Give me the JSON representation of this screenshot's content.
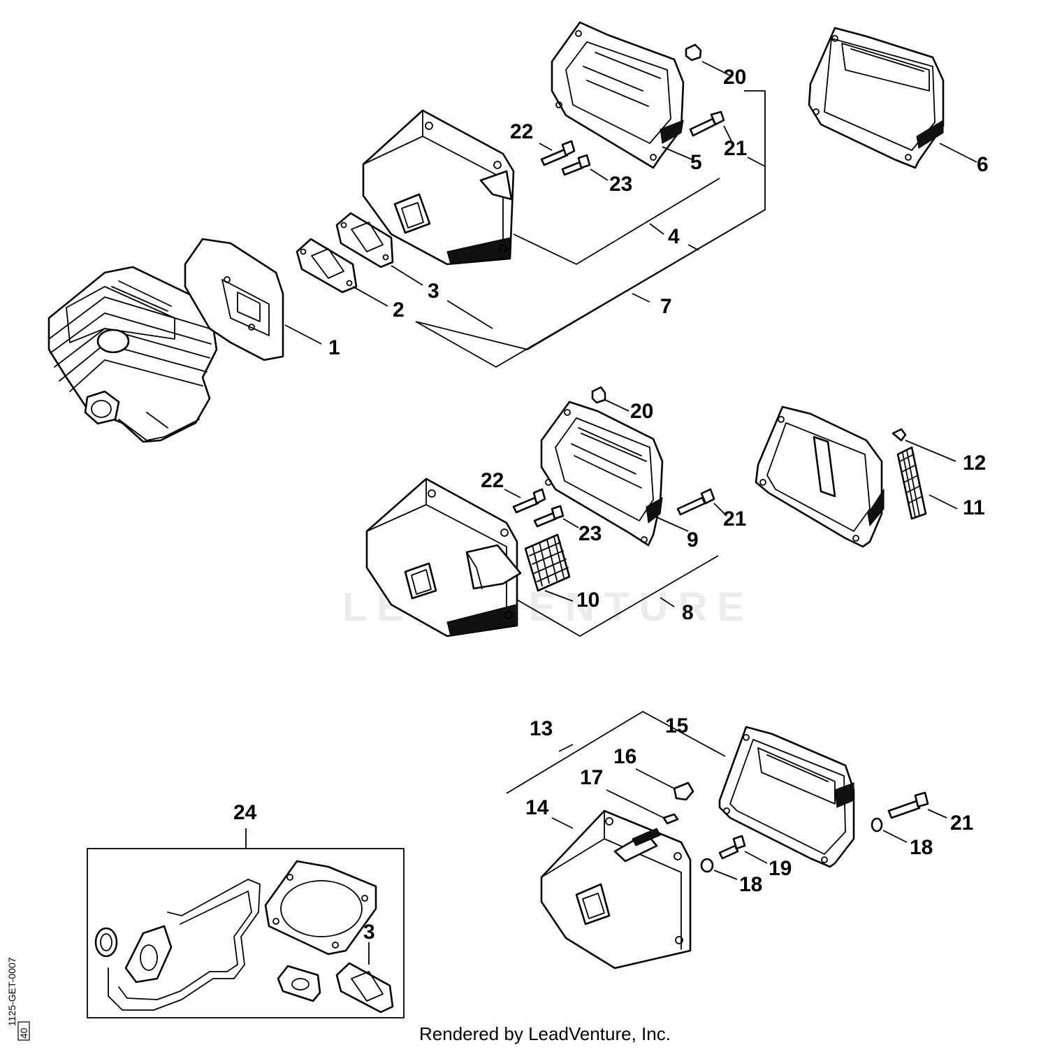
{
  "diagram": {
    "watermark": "LEADVENTURE",
    "footer": "Rendered by LeadVenture, Inc.",
    "side_code": "1125-GET-0007",
    "side_box": "40",
    "labels": [
      "1",
      "2",
      "3",
      "4",
      "5",
      "6",
      "7",
      "20",
      "21",
      "22",
      "23",
      "20",
      "21",
      "22",
      "23",
      "9",
      "8",
      "10",
      "12",
      "11",
      "13",
      "14",
      "15",
      "16",
      "17",
      "18",
      "18",
      "19",
      "21",
      "24",
      "3"
    ]
  }
}
